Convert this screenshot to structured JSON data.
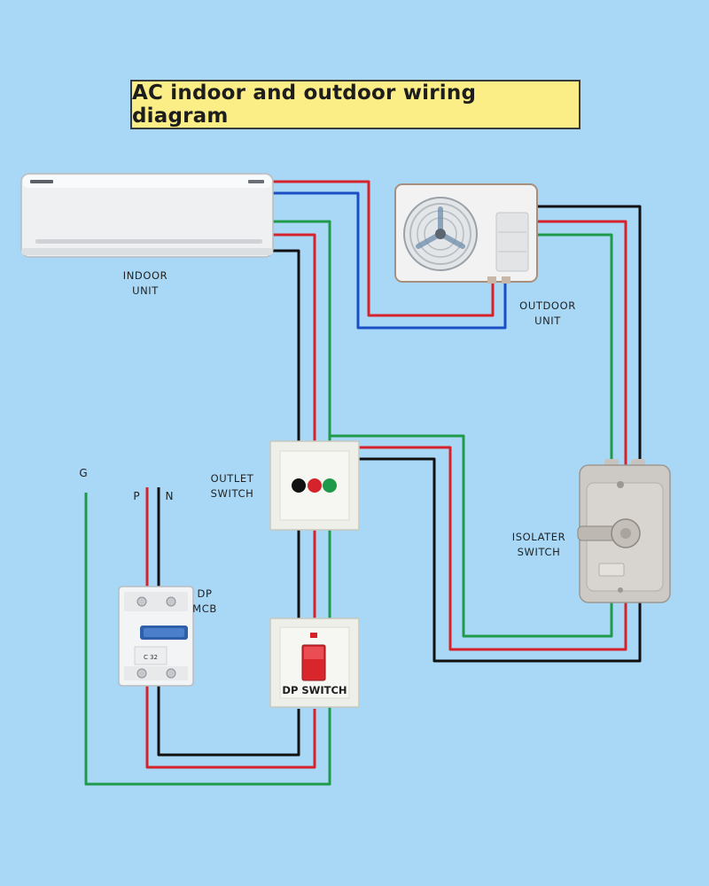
{
  "title": "AC indoor and outdoor wiring diagram",
  "labels": {
    "indoor_unit": [
      "INDOOR",
      "UNIT"
    ],
    "outdoor_unit": [
      "OUTDOOR",
      "UNIT"
    ],
    "outlet_switch": [
      "OUTLET",
      "SWITCH"
    ],
    "isolater_switch": [
      "ISOLATER",
      "SWITCH"
    ],
    "dp_mcb": [
      "DP",
      "MCB"
    ],
    "dp_switch": "DP SWITCH",
    "ground": "G",
    "phase": "P",
    "neutral": "N"
  },
  "mcb_marking": "C 32",
  "colors": {
    "background": "#a8d8f6",
    "phase_wire": "#d6232b",
    "neutral_wire": "#111111",
    "earth_wire": "#1f9a4a",
    "signal_wire": "#1d4fc4",
    "title_fill": "#fbee86"
  }
}
